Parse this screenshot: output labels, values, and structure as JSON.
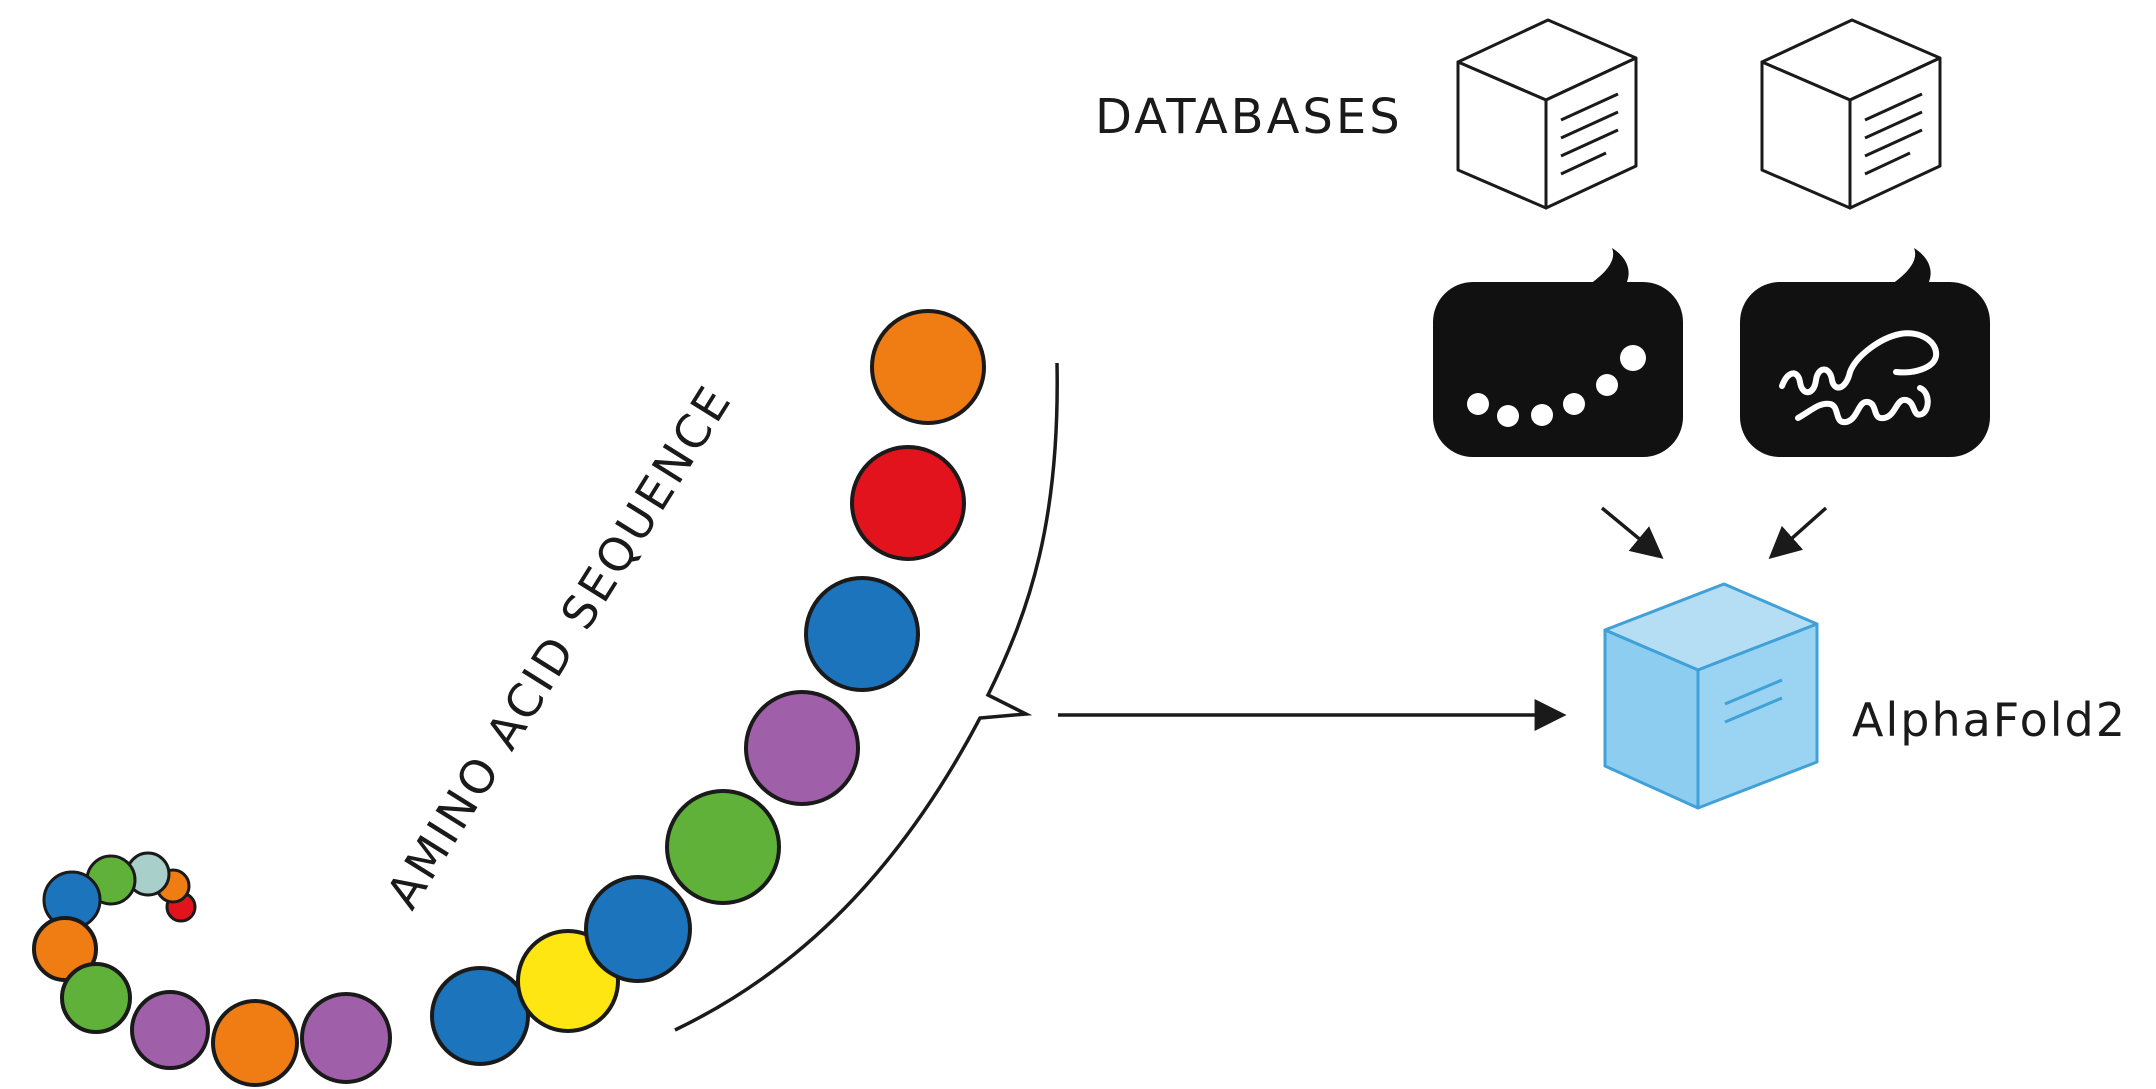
{
  "labels": {
    "databases": "DATABASES",
    "amino_acid_sequence": "AMINO ACID SEQUENCE",
    "alphafold": "AlphaFold2"
  },
  "colors": {
    "ink": "#1a1a1a",
    "orange": "#ef7d13",
    "red": "#e3131d",
    "blue": "#1c74bd",
    "purple": "#a05fa9",
    "green": "#5fb13a",
    "yellow": "#fde612",
    "pale_teal": "#a8cfc9",
    "alphafold_blue": "#8dcdf0",
    "bubble_fill": "#111111"
  },
  "icons": {
    "database_1": "database-cube-icon",
    "database_2": "database-cube-icon",
    "sequence_bubble": "sequence-speech-bubble-icon",
    "structure_bubble": "structure-speech-bubble-icon",
    "alphafold_box": "alphafold-cube-icon"
  },
  "residue_chain": [
    "orange",
    "red",
    "blue",
    "purple",
    "green",
    "blue",
    "yellow",
    "blue",
    "purple",
    "orange",
    "purple",
    "green",
    "orange",
    "blue",
    "green",
    "pale_teal",
    "orange",
    "red"
  ]
}
